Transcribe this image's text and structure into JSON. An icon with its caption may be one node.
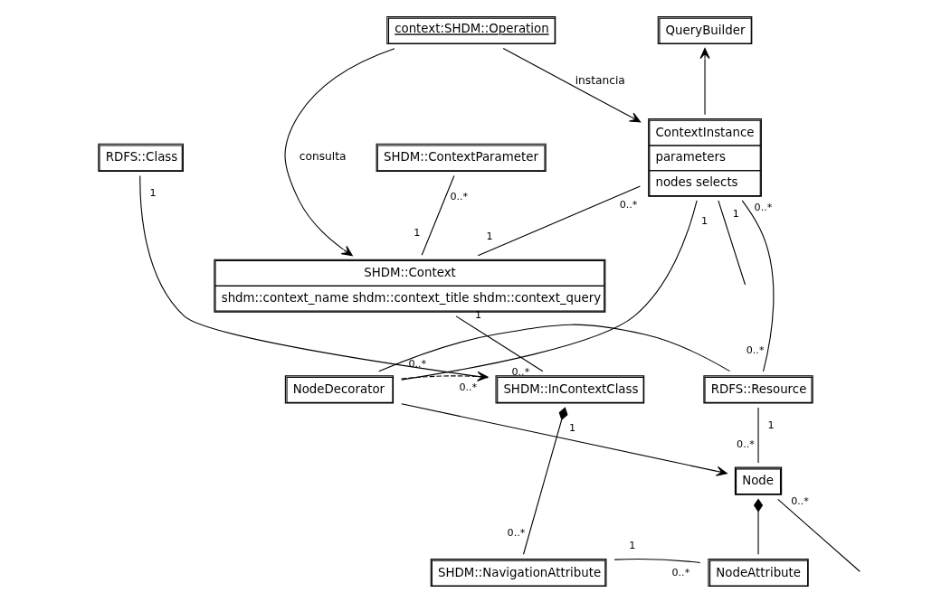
{
  "diagram": {
    "nodes": [
      {
        "text": [
          "context:SHDM::Operation"
        ]
      },
      {
        "text": [
          "QueryBuilder"
        ]
      },
      {
        "text": [
          "RDFS::Class"
        ]
      },
      {
        "text": [
          "SHDM::ContextParameter"
        ]
      },
      {
        "text": [
          "ContextInstance",
          "parameters",
          "nodes selects"
        ]
      },
      {
        "text": [
          "SHDM::Context",
          "shdm::context_name shdm::context_title shdm::context_query"
        ]
      },
      {
        "text": [
          "SHDM::InContextClass"
        ]
      },
      {
        "text": [
          "NodeDecorator"
        ]
      },
      {
        "text": [
          "RDFS::Resource"
        ]
      },
      {
        "text": [
          "Node"
        ]
      },
      {
        "text": [
          "SHDM::NavigationAttribute"
        ]
      },
      {
        "text": [
          "NodeAttribute"
        ]
      }
    ],
    "edges": [
      {
        "from": 0,
        "to": 4,
        "arrow": "to",
        "label": "instancia"
      },
      {
        "from": 0,
        "to": 5,
        "arrow": "to",
        "label": "consulta"
      },
      {
        "from": 4,
        "to": 1,
        "arrow": "to"
      },
      {
        "from": 3,
        "to": 5,
        "arrow": "none"
      },
      {
        "from": 5,
        "to": 4,
        "arrow": "none"
      },
      {
        "from": 2,
        "to": 6,
        "arrow": "none"
      },
      {
        "from": 5,
        "to": 6,
        "arrow": "none"
      },
      {
        "from": 7,
        "to": 6,
        "arrow": "to",
        "style": "dashed"
      },
      {
        "from": 4,
        "to": 7,
        "arrow": "none"
      },
      {
        "from": 4,
        "to": 8,
        "arrow": "none"
      },
      {
        "from": 7,
        "to": 8,
        "arrow": "none"
      },
      {
        "from": 8,
        "to": 9,
        "arrow": "none"
      },
      {
        "from": 7,
        "to": 9,
        "arrow": "to"
      },
      {
        "from": 6,
        "to": 10,
        "arrow": "other"
      },
      {
        "from": 10,
        "to": 11,
        "arrow": "none"
      },
      {
        "from": 9,
        "to": 11,
        "arrow": "other"
      },
      {
        "from": 4,
        "to": null,
        "arrow": "none"
      },
      {
        "from": 9,
        "to": null,
        "arrow": "none"
      }
    ],
    "labels": [
      "1",
      "0..*",
      "0..*",
      "1",
      "1",
      "1",
      "1",
      "0..*",
      "1",
      "0..*",
      "0..*",
      "0..*",
      "0..*",
      "1",
      "0..*",
      "1",
      "0..*",
      "0..*",
      "1",
      "0..*"
    ]
  }
}
